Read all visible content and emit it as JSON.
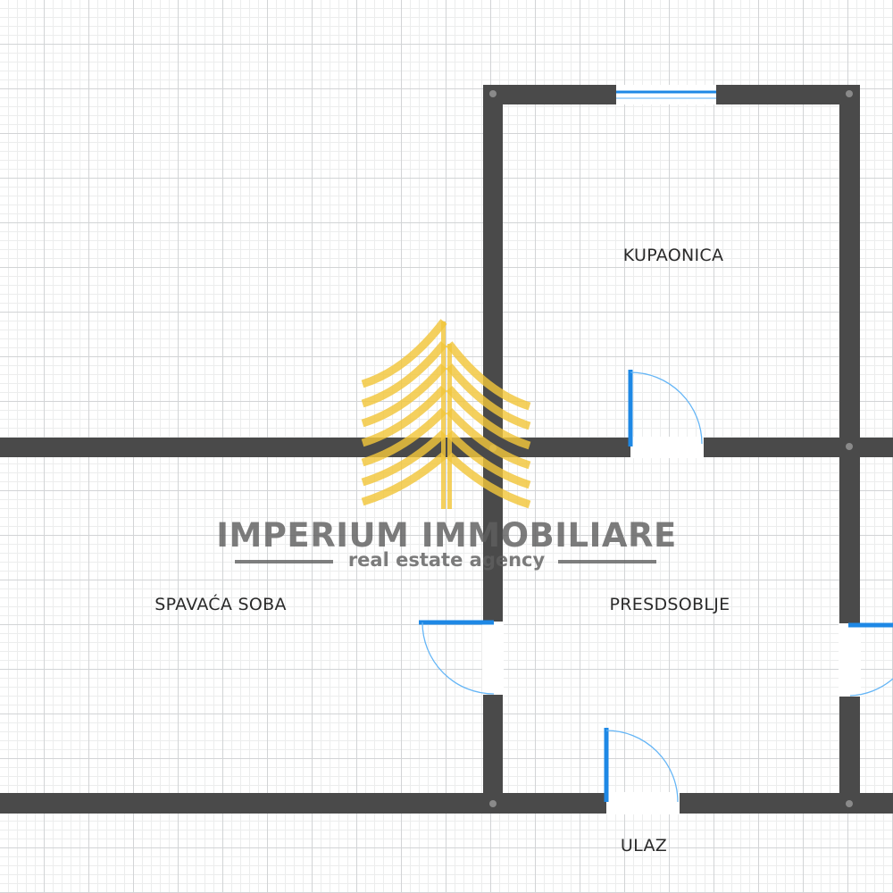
{
  "rooms": {
    "bathroom": "KUPAONICA",
    "bedroom": "SPAVAĆA SOBA",
    "hallway": "PRESDSOBLJE",
    "entrance": "ULAZ"
  },
  "watermark": {
    "company": "IMPERIUM IMMOBILIARE",
    "tagline": "real estate agency"
  },
  "colors": {
    "wall": "#4a4a4a",
    "door_leaf": "#1e88e5",
    "door_swing": "#42a5f5",
    "logo_gold": "#f2c63a",
    "watermark_text": "#5f5f5f"
  },
  "icons": [
    "building-logo-icon"
  ]
}
